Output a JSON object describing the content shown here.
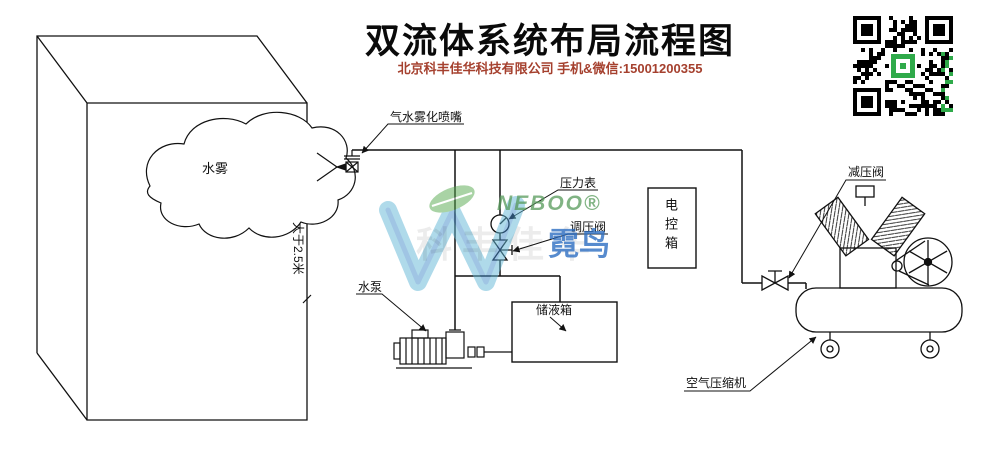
{
  "header": {
    "title": "双流体系统布局流程图",
    "company_line": "北京科丰佳华科技有限公司 手机&微信:15001200355"
  },
  "labels": {
    "nozzle": "气水雾化喷嘴",
    "water_mist": "水雾",
    "height_dim": "大于2.5米",
    "pressure_gauge": "压力表",
    "pressure_regulator": "调压阀",
    "control_box": "电控箱",
    "water_pump": "水泵",
    "liquid_tank": "储液箱",
    "pressure_reducer": "减压阀",
    "air_compressor": "空气压缩机"
  },
  "watermark": {
    "brand_en": "NEBOO®",
    "brand_cn": "霓鸟",
    "company_faint": "科丰佳华"
  },
  "colors": {
    "subtitle_red": "#a5402e",
    "line_black": "#111111",
    "watermark_teal": "#62b7d6",
    "watermark_blue": "#2e6fc3",
    "watermark_green": "#55a94e",
    "qr_green": "#2faa4a"
  }
}
